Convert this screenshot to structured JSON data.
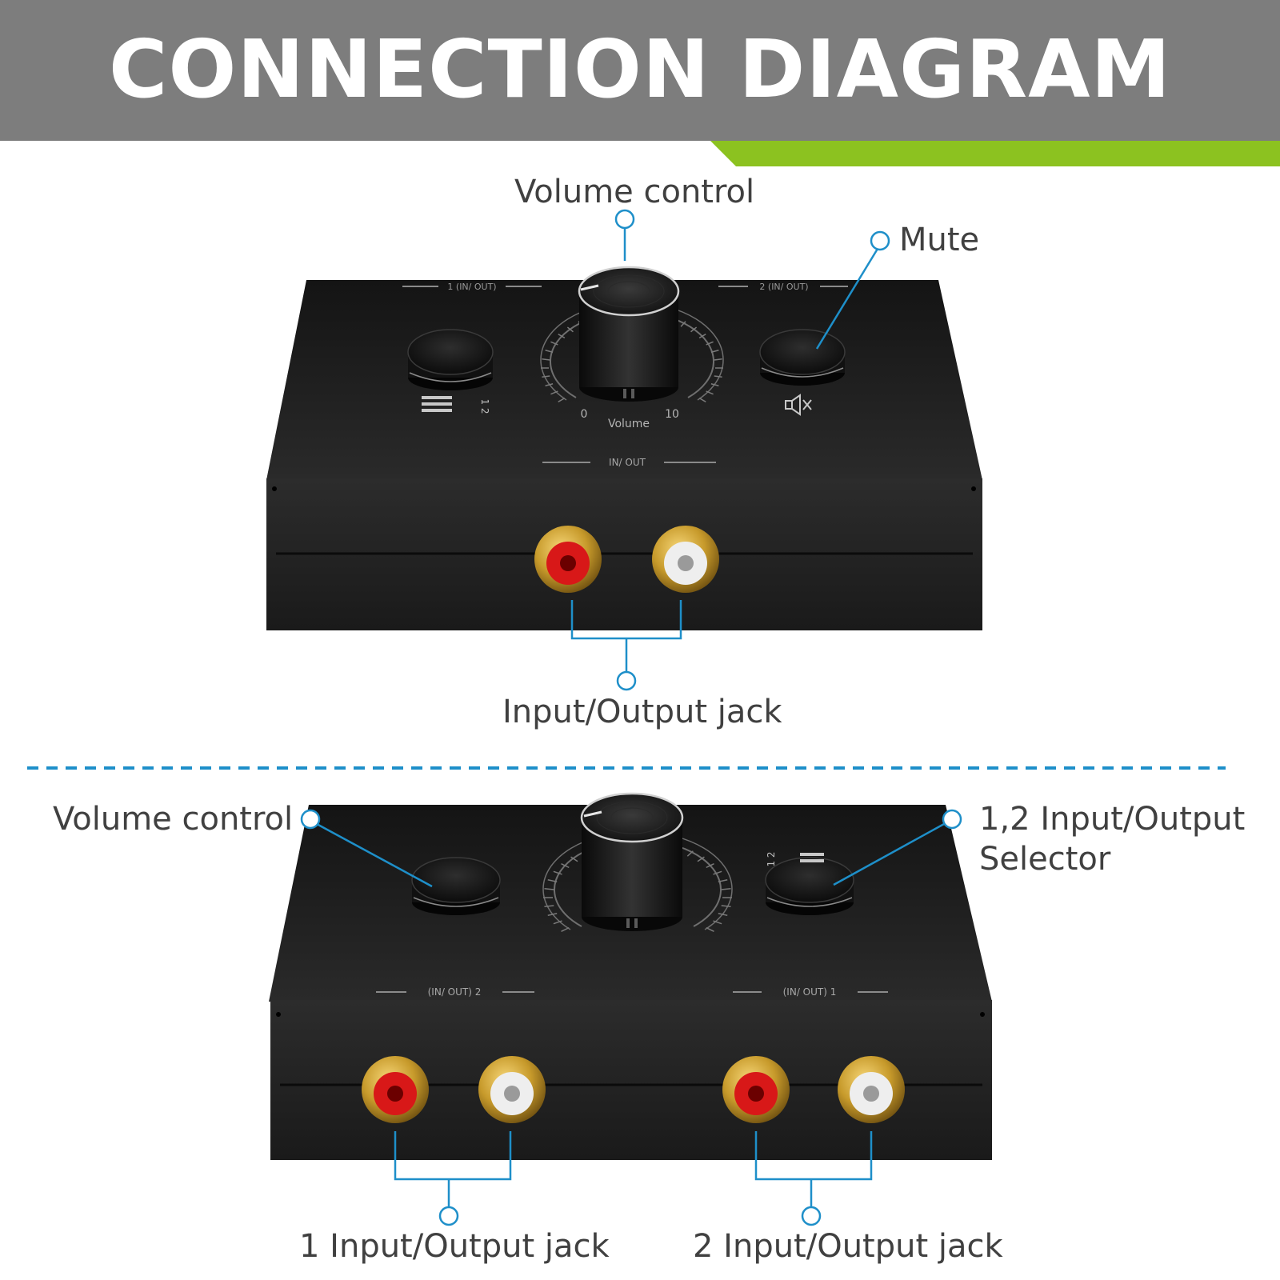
{
  "header": {
    "title": "CONNECTION DIAGRAM"
  },
  "colors": {
    "header_bg": "#7d7d7d",
    "accent": "#8cc220",
    "callout": "#1e8fc9",
    "device": "#1d1d1d",
    "jack_red": "#d81818",
    "jack_white": "#eeeeee",
    "jack_gold": "#c79a2b"
  },
  "top_device": {
    "callouts": {
      "volume_control": "Volume control",
      "mute": "Mute",
      "io_jack": "Input/Output jack"
    },
    "panel_text": {
      "left_group": "1 (IN/ OUT)",
      "right_group": "2 (IN/ OUT)",
      "scale_min": "0",
      "scale_max": "10",
      "knob_caption": "Volume",
      "front_caption": "IN/ OUT",
      "selector_marks": "1 2"
    }
  },
  "bottom_device": {
    "callouts": {
      "volume_control": "Volume control",
      "selector_line1": "1,2 Input/Output",
      "selector_line2": "Selector",
      "jack_1": "1 Input/Output jack",
      "jack_2": "2 Input/Output jack"
    },
    "panel_text": {
      "left_group": "(IN/ OUT) 2",
      "right_group": "(IN/ OUT) 1",
      "selector_marks": "1 2"
    }
  }
}
